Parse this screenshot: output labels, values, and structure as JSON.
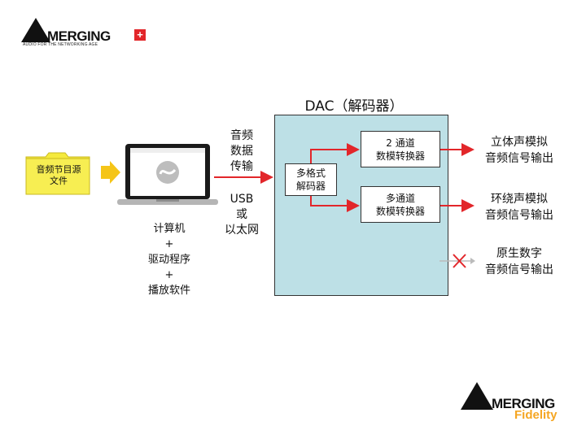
{
  "logo_top": {
    "wordmark": "MERGING",
    "tagline": "AUDIO FOR THE NETWORKING AGE",
    "badge": "+"
  },
  "logo_bottom": {
    "wordmark": "MERGING",
    "subbrand": "Fidelity",
    "brand_color": "#f5a623"
  },
  "source": {
    "line1": "音频节目源",
    "line2": "文件",
    "folder_color": "#f5ea3d",
    "arrow_color": "#f5c518"
  },
  "computer": {
    "line1": "计算机",
    "plus1": "+",
    "line2": "驱动程序",
    "plus2": "+",
    "line3": "播放软件"
  },
  "transport": {
    "data_line1": "音频",
    "data_line2": "数据",
    "data_line3": "传输",
    "usb": "USB",
    "or": "或",
    "ethernet": "以太网"
  },
  "dac": {
    "title": "DAC（解码器）",
    "box_color": "#bde0e6",
    "decoder_line1": "多格式",
    "decoder_line2": "解码器",
    "stereo_dac_line1": "2 通道",
    "stereo_dac_line2": "数模转换器",
    "multi_dac_line1": "多通道",
    "multi_dac_line2": "数模转换器"
  },
  "outputs": {
    "stereo_line1": "立体声模拟",
    "stereo_line2": "音频信号输出",
    "surround_line1": "环绕声模拟",
    "surround_line2": "音频信号输出",
    "native_line1": "原生数字",
    "native_line2": "音频信号输出",
    "arrow_color": "#e2262a",
    "disabled_color": "#bbbbbb"
  }
}
